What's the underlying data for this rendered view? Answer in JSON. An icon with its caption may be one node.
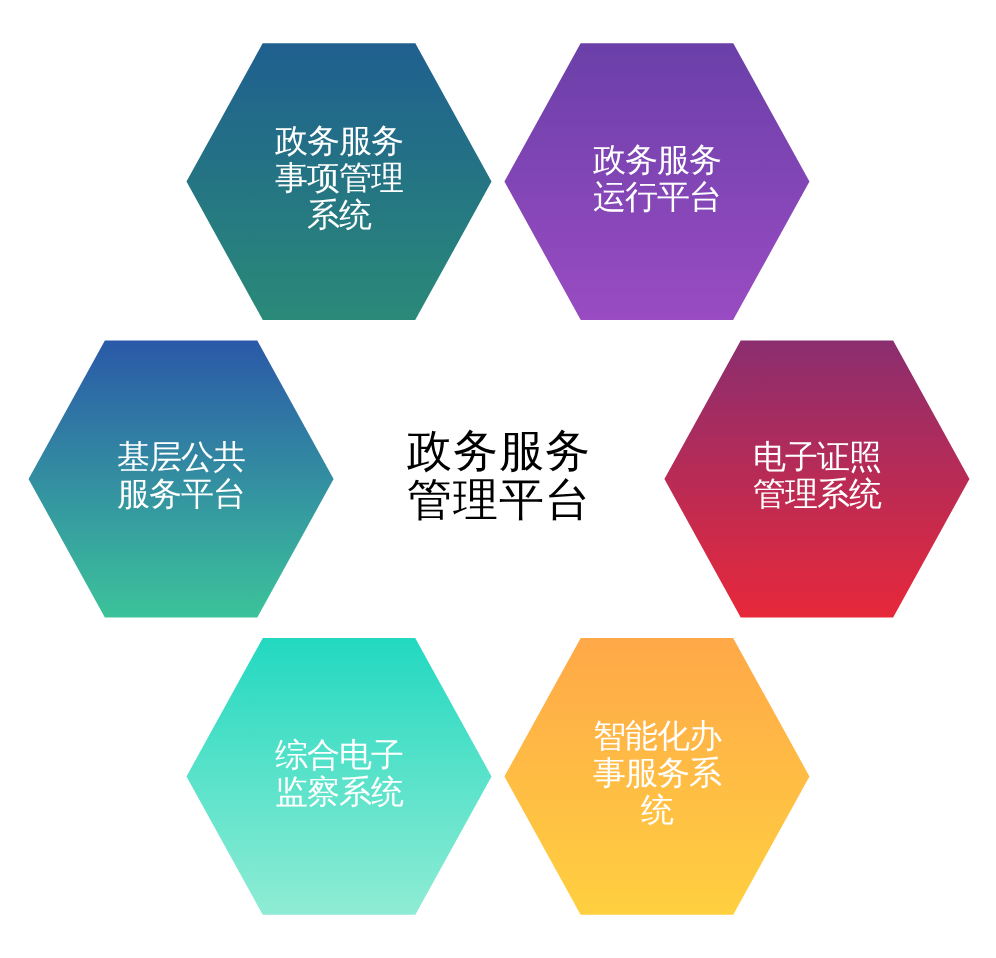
{
  "diagram": {
    "nodes": [
      {
        "text": [
          "政务服务事项管理系统"
        ]
      },
      {
        "text": [
          "政务服务运行平台"
        ]
      },
      {
        "text": [
          "基层公共服务平台"
        ]
      },
      {
        "text": [
          "政务服务管理平台"
        ]
      },
      {
        "text": [
          "电子证照管理系统"
        ]
      },
      {
        "text": [
          "综合电子监察系统"
        ]
      },
      {
        "text": [
          "智能化办事服务系统"
        ]
      }
    ]
  }
}
